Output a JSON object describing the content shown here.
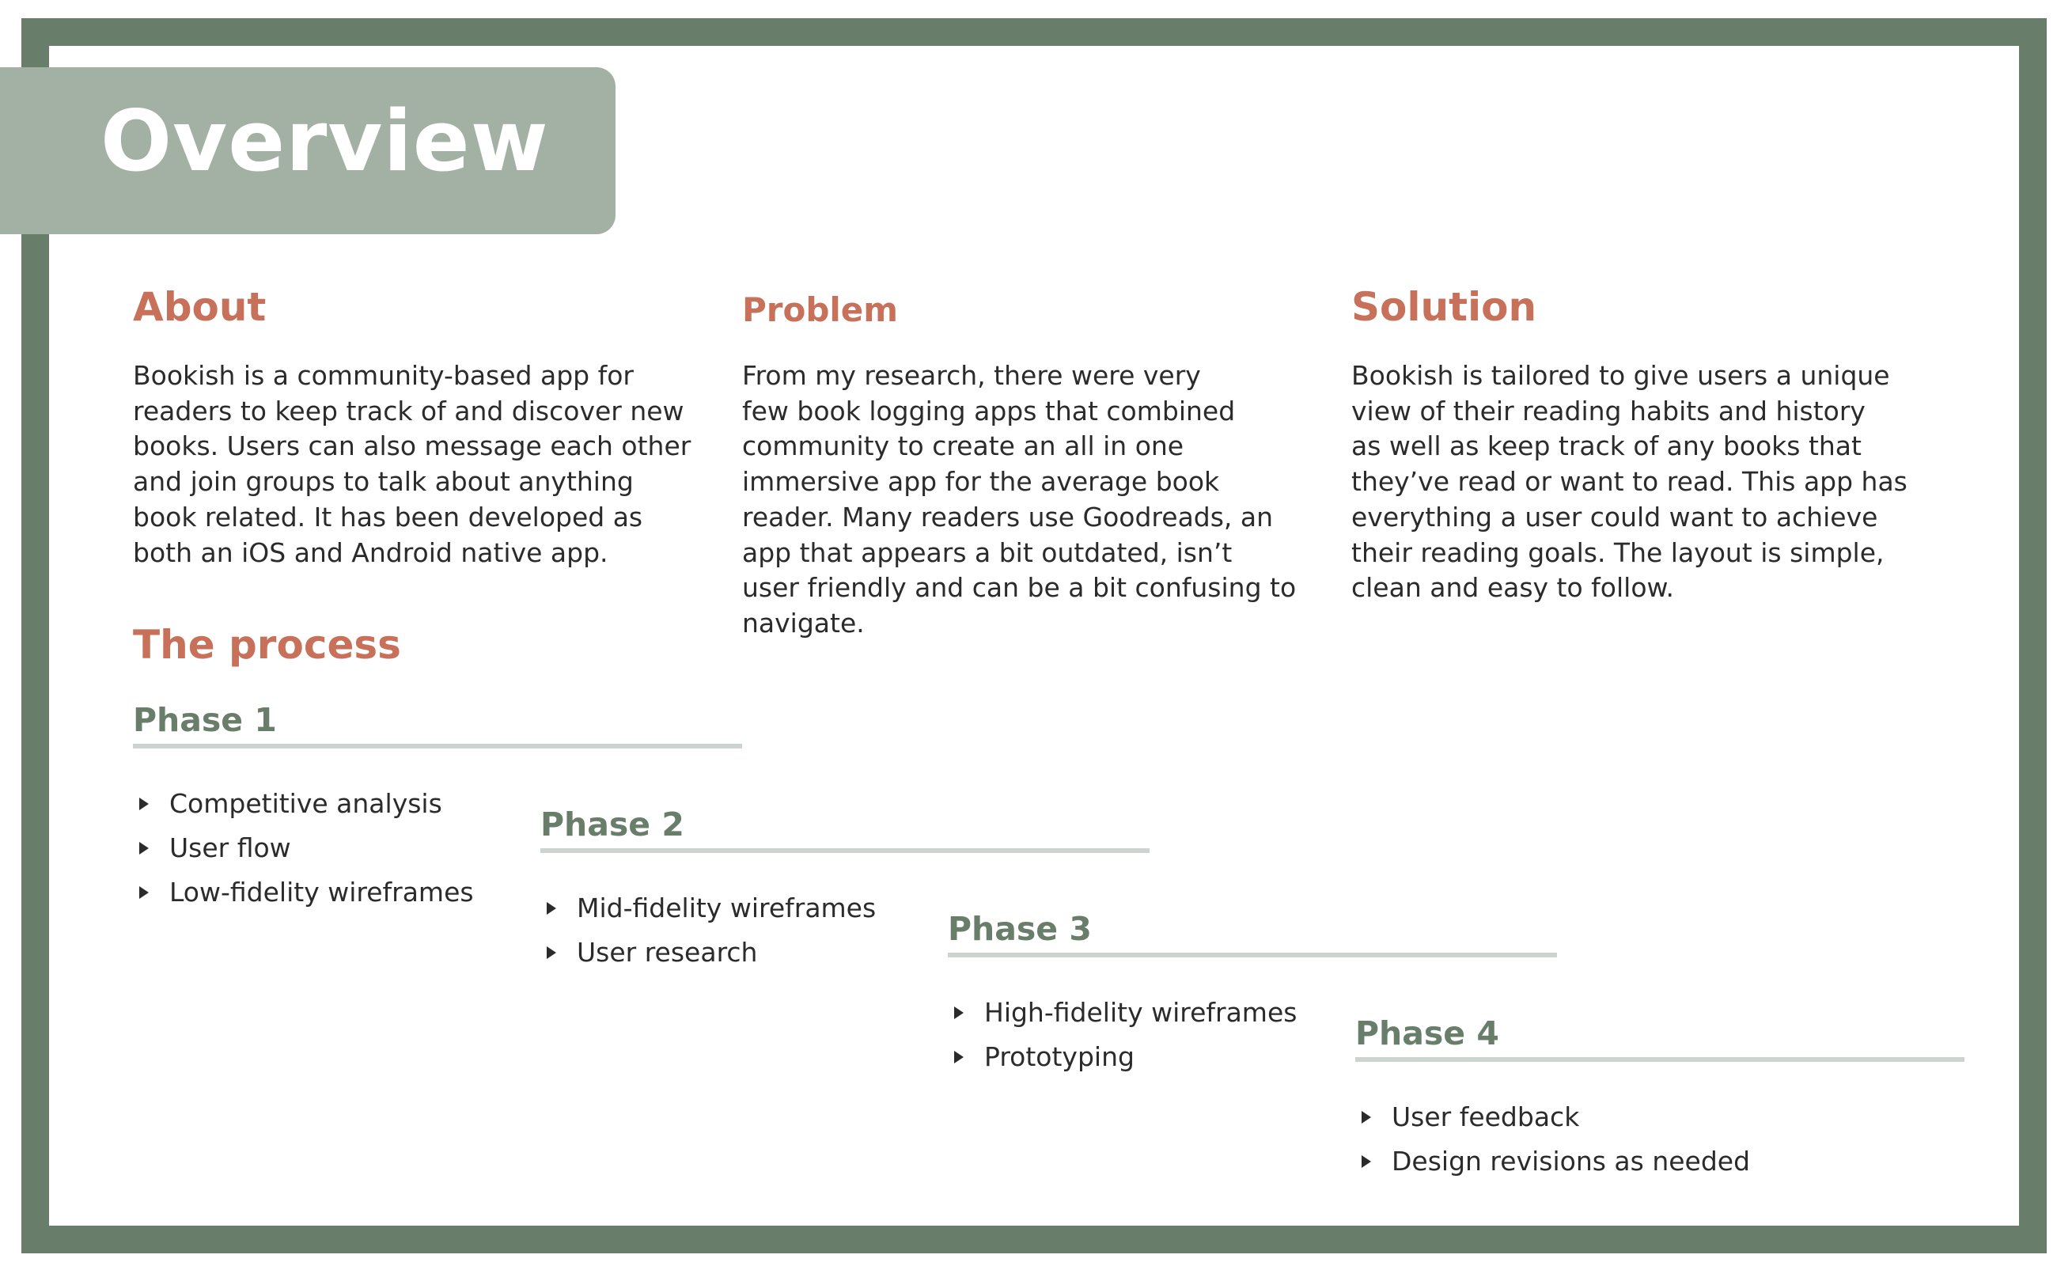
{
  "title": "Overview",
  "about": {
    "heading": "About",
    "lines": [
      "Bookish is a community-based app for",
      "readers to keep track of and discover new",
      "books. Users can also message each other",
      "and join groups to talk about anything",
      "book related. It has been developed as",
      "both an iOS and Android native app."
    ]
  },
  "problem": {
    "heading": "Problem",
    "lines": [
      "From my research, there were very",
      "few book logging apps that combined",
      "community to create an all in one",
      "immersive app for the average book",
      "reader. Many readers use Goodreads, an",
      "app that appears a bit outdated, isn’t",
      "user friendly and can be a bit confusing to",
      "navigate."
    ]
  },
  "solution": {
    "heading": "Solution",
    "lines": [
      "Bookish is tailored to give users a unique",
      "view of their reading habits and history",
      "as well as keep track of any books that",
      "they’ve read or want to read. This app has",
      "everything a user could want to achieve",
      "their reading goals. The layout is simple,",
      "clean and easy to follow."
    ]
  },
  "process": {
    "heading": "The process",
    "phases": [
      {
        "title": "Phase 1",
        "items": [
          "Competitive analysis",
          "User flow",
          "Low-fidelity wireframes"
        ]
      },
      {
        "title": "Phase 2",
        "items": [
          "Mid-fidelity wireframes",
          "User research"
        ]
      },
      {
        "title": "Phase 3",
        "items": [
          "High-fidelity wireframes",
          "Prototyping"
        ]
      },
      {
        "title": "Phase 4",
        "items": [
          "User feedback",
          "Design revisions as needed"
        ]
      }
    ]
  },
  "colors": {
    "frame": "#687d6a",
    "banner": "#a2b1a4",
    "accent": "#c7705a",
    "phase_title": "#687d6a",
    "rule": "#cdd3cf",
    "text": "#2b2b2b"
  }
}
